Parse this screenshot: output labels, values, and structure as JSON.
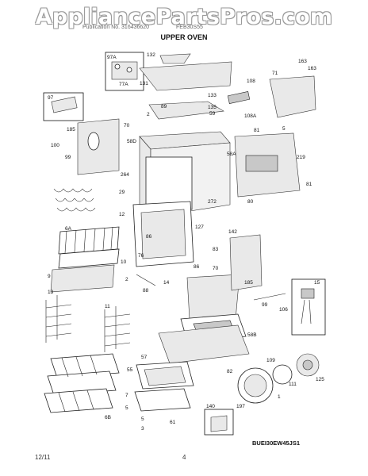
{
  "watermark": "AppliancePartsPros.com",
  "header": {
    "left": "Publication No. 316436620",
    "right": "FEB30S55",
    "section_title": "UPPER OVEN"
  },
  "diagram_code": "BUEI30EW45JS1",
  "footer": {
    "date": "12/11",
    "page": "4"
  },
  "callouts": [
    "97A",
    "132",
    "163",
    "71",
    "108",
    "163",
    "97",
    "2",
    "89",
    "133",
    "135",
    "59",
    "108A",
    "185",
    "70",
    "100",
    "99",
    "58D",
    "58A",
    "81",
    "5",
    "219",
    "264",
    "81",
    "29",
    "272",
    "80",
    "12",
    "142",
    "86",
    "127",
    "6A",
    "9",
    "76",
    "86",
    "83",
    "70",
    "10",
    "2",
    "14",
    "88",
    "185",
    "15",
    "99",
    "13",
    "11",
    "106",
    "58B",
    "57",
    "82",
    "55",
    "109",
    "7",
    "5",
    "140",
    "61",
    "125",
    "111",
    "6B",
    "5",
    "3",
    "1",
    "197",
    "77A",
    "131"
  ]
}
